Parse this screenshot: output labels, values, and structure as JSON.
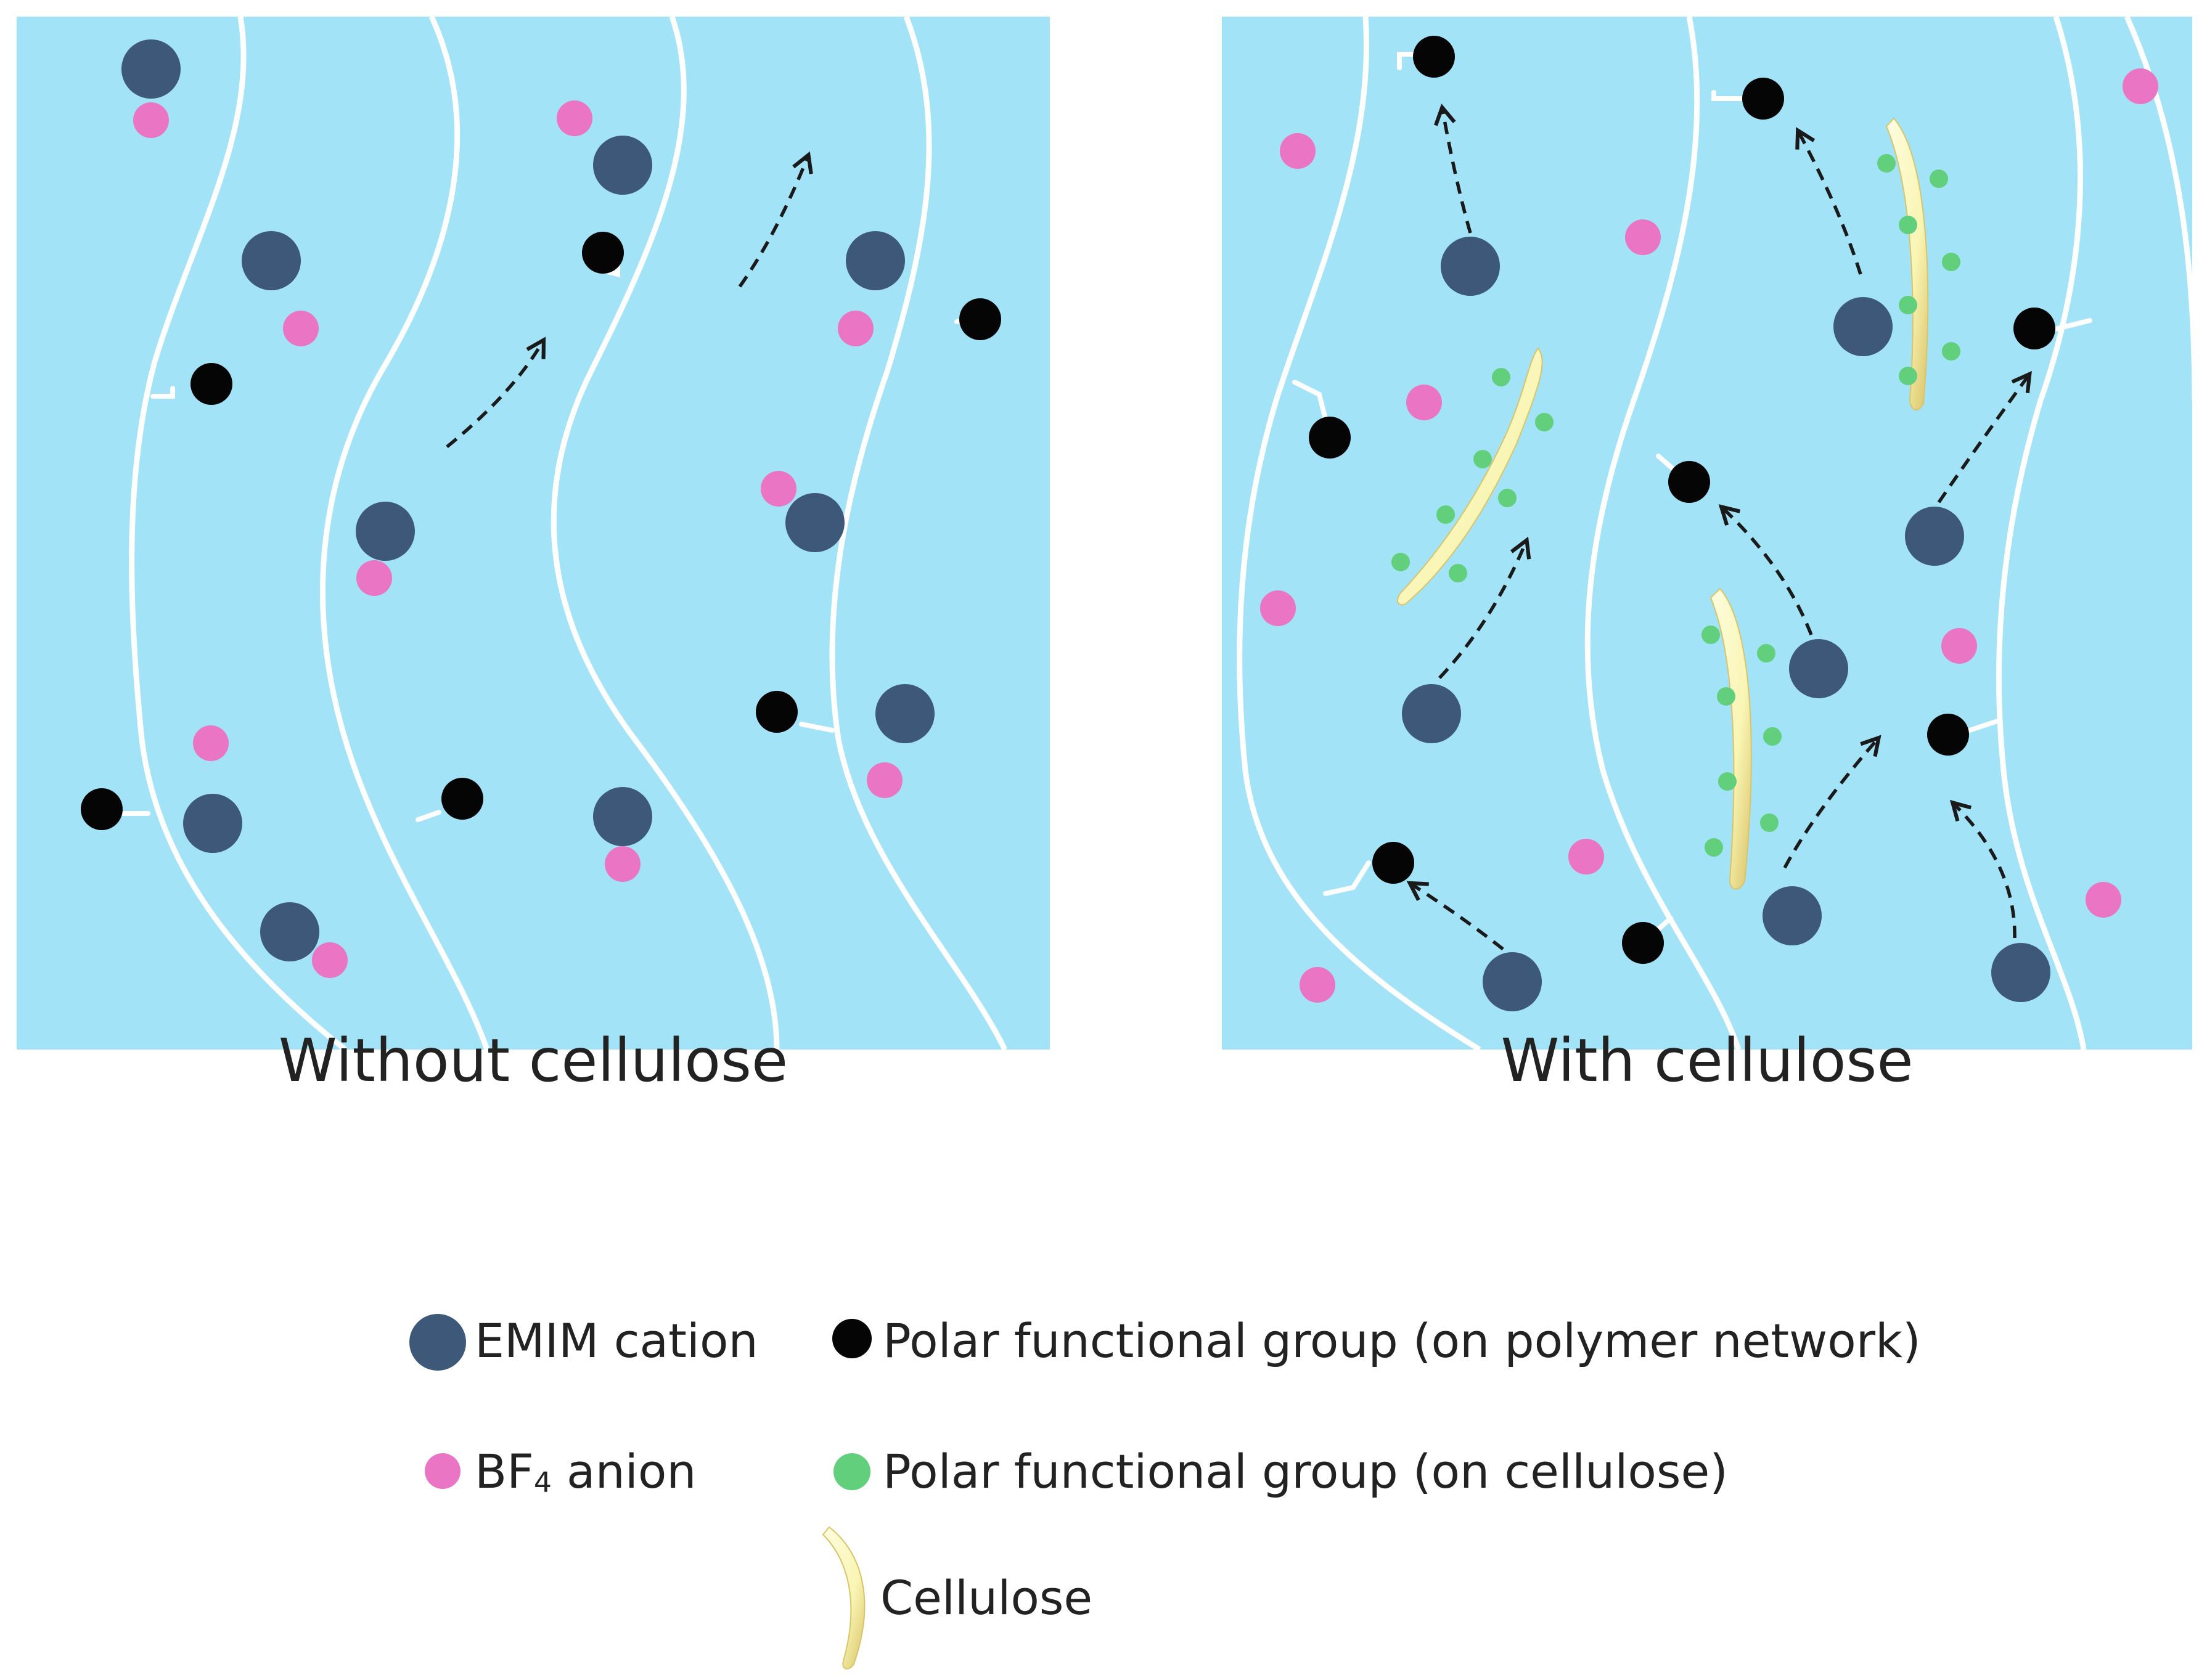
{
  "panels": [
    {
      "caption": "Without cellulose"
    },
    {
      "caption": "With cellulose"
    }
  ],
  "legend": {
    "emim": "EMIM cation",
    "bf4_base": "BF",
    "bf4_sub": "4",
    "bf4_rest": " anion",
    "polar_network": "Polar functional group (on polymer network)",
    "polar_cellulose": "Polar functional group (on cellulose)",
    "cellulose": "Cellulose"
  },
  "colors": {
    "background": "#a3e3f7",
    "emim": "#3d5878",
    "bf4": "#ea75c5",
    "polar_network": "#050505",
    "polar_cellulose": "#61cf7b",
    "cellulose": "#f9f5b4",
    "cellulose_edge": "#d8c56a",
    "chain": "#ffffff",
    "arrow": "#1a1a1a"
  }
}
